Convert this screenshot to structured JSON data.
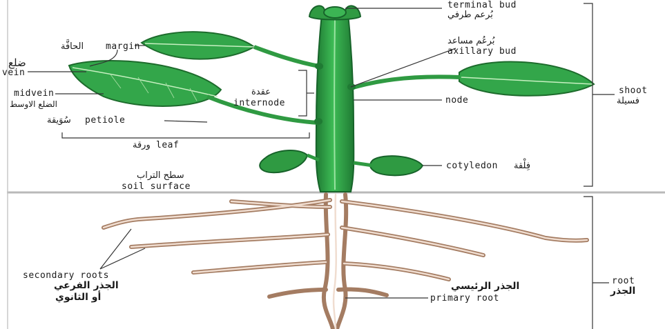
{
  "labels": {
    "terminal_bud": {
      "en": "terminal bud",
      "ar": "بُرعم طرفي"
    },
    "margin": {
      "en": "margin",
      "ar": "الحافَّة"
    },
    "vein": {
      "en": "vein",
      "ar": "ضلع"
    },
    "axillary_bud": {
      "en": "axillary bud",
      "ar": "بُرعُم مساعد"
    },
    "midvein": {
      "en": "midvein",
      "ar": "الضلع الاوسط"
    },
    "internode": {
      "en": "internode",
      "ar": "عقدة"
    },
    "node": {
      "en": "node"
    },
    "shoot": {
      "en": "shoot",
      "ar": "فسيلة"
    },
    "petiole": {
      "en": "petiole",
      "ar": "سُوَيقة"
    },
    "leaf": {
      "en": "leaf",
      "ar": "ورقة"
    },
    "cotyledon": {
      "en": "cotyledon",
      "ar": "فِلْقة"
    },
    "soil_surface": {
      "en": "soil surface",
      "ar": "سطح التراب"
    },
    "secondary_roots": {
      "en": "secondary roots",
      "ar_line1": "الجذر الفرعي",
      "ar_line2": "أو الثانوي"
    },
    "primary_root": {
      "en": "primary root",
      "ar": "الجذر الرئيسي"
    },
    "root": {
      "en": "root",
      "ar": "الجذر"
    }
  },
  "colors": {
    "leaf_green": "#33a64a",
    "leaf_dark": "#1d6b2c",
    "stem_green": "#2f9a42",
    "root_tan": "#b08a70",
    "root_light": "#f1e2d8",
    "leader_line": "#333333"
  }
}
